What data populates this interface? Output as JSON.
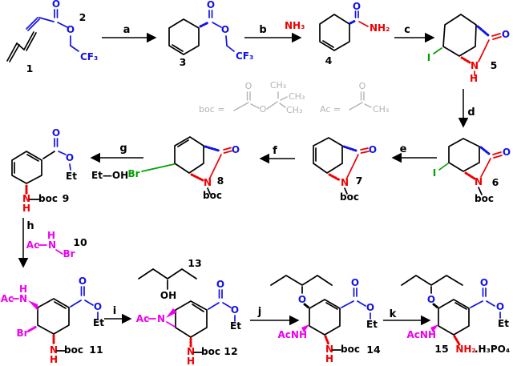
{
  "colors": {
    "background": "#ffffff",
    "black": "#000000",
    "blue": "#1212e6",
    "red": "#ee0000",
    "green": "#00a000",
    "magenta": "#ee00ee",
    "grey": "#b3b3b3"
  },
  "texts": {
    "n1": "1",
    "n2": "2",
    "n3": "3",
    "n4": "4",
    "n5": "5",
    "n6": "6",
    "n7": "7",
    "n8": "8",
    "n9": "9",
    "n10": "10",
    "n11": "11",
    "n12": "12",
    "n13": "13",
    "n14": "14",
    "n15": "15",
    "step_a": "a",
    "step_b": "b",
    "step_c": "c",
    "step_d": "d",
    "step_e": "e",
    "step_f": "f",
    "step_g": "g",
    "step_h": "h",
    "step_i": "i",
    "step_j": "j",
    "step_k": "k",
    "reagent_b": "NH₃",
    "reagent_g": "Et—OH",
    "c2": {
      "o1": "O",
      "o2": "O",
      "cf3": "CF₃"
    },
    "c3": {
      "o1": "O",
      "o2": "O",
      "cf3": "CF₃"
    },
    "c4": {
      "o": "O",
      "nh2": "NH₂"
    },
    "c5": {
      "o": "O",
      "n": "N",
      "h": "H",
      "i": "I"
    },
    "boc_def": {
      "label": "boc =",
      "o1": "O",
      "o2": "O",
      "me1": "CH₃",
      "me2": "CH₃",
      "me3": "CH₃"
    },
    "ac_def": {
      "label": "Ac =",
      "o": "O",
      "me": "CH₃"
    },
    "c6": {
      "o": "O",
      "n": "N",
      "i": "I",
      "boc": "boc"
    },
    "c7": {
      "o": "O",
      "n": "N",
      "boc": "boc"
    },
    "c8": {
      "o": "O",
      "n": "N",
      "br": "Br",
      "boc": "boc"
    },
    "c9": {
      "o1": "O",
      "o2": "O",
      "et": "Et",
      "n": "N",
      "h": "H",
      "boc": "boc"
    },
    "c10": {
      "ac": "Ac",
      "n": "N",
      "h": "H",
      "br": "Br"
    },
    "c11": {
      "ac": "Ac",
      "h1": "H",
      "n1": "N",
      "o1": "O",
      "o2": "O",
      "et": "Et",
      "br": "Br",
      "n2": "N",
      "h2": "H",
      "boc": "boc"
    },
    "c12": {
      "ac": "Ac",
      "n1": "N",
      "o1": "O",
      "o2": "O",
      "et": "Et",
      "n2": "N",
      "h": "H",
      "boc": "boc"
    },
    "c13": {
      "oh": "OH"
    },
    "c14": {
      "o1": "O",
      "o2": "O",
      "o3": "O",
      "et": "Et",
      "acnh": "AcNH",
      "n": "N",
      "h": "H",
      "boc": "boc"
    },
    "c15": {
      "o1": "O",
      "o2": "O",
      "o3": "O",
      "et": "Et",
      "acnh": "AcNH",
      "nh2": "NH₂",
      "salt": ".H₃PO₄"
    }
  }
}
